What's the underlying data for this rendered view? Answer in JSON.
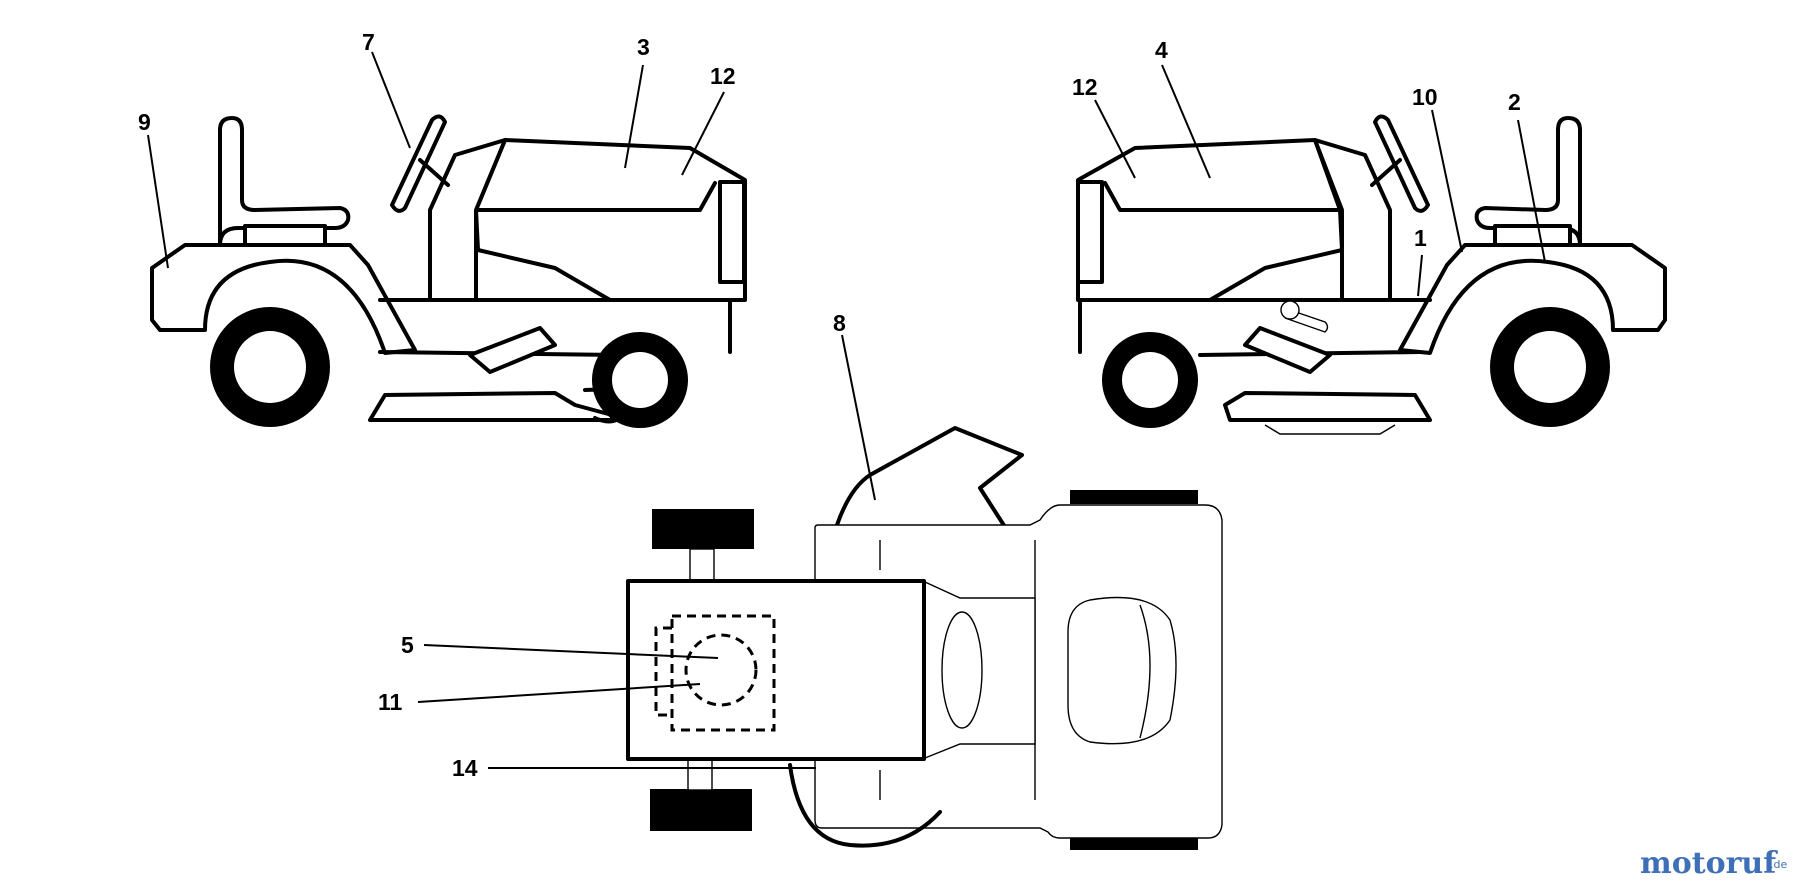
{
  "callouts": {
    "c1": "1",
    "c2": "2",
    "c3": "3",
    "c4": "4",
    "c5": "5",
    "c7": "7",
    "c8": "8",
    "c9": "9",
    "c10": "10",
    "c11": "11",
    "c12_left": "12",
    "c12_right": "12",
    "c14": "14"
  },
  "watermark": {
    "text": "motoruf",
    "suffix": ".de",
    "colors": {
      "primary": "#3f6fb6",
      "accent": "#e0831f"
    }
  }
}
